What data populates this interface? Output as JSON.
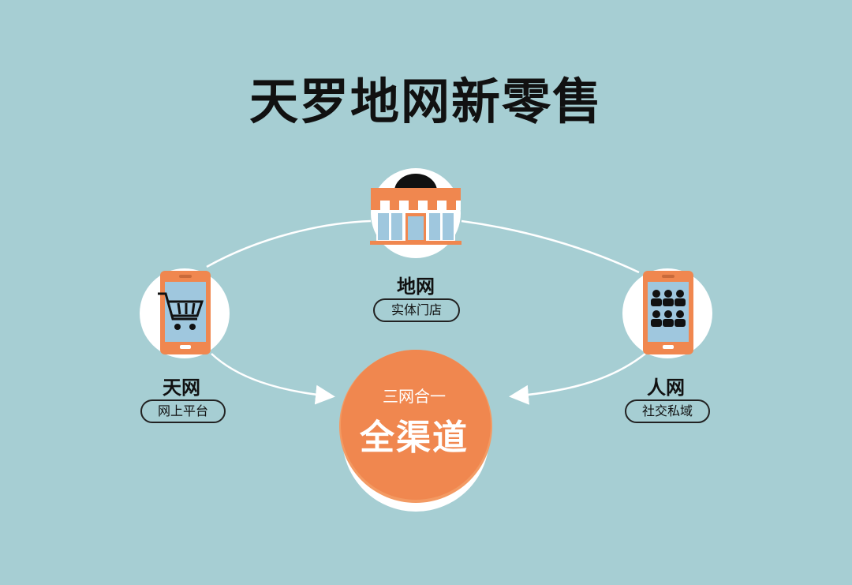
{
  "title": "天罗地网新零售",
  "nodes": {
    "left": {
      "name": "天网",
      "tag": "网上平台",
      "icon": "shopping-cart-phone-icon"
    },
    "top": {
      "name": "地网",
      "tag": "实体门店",
      "icon": "storefront-icon"
    },
    "right": {
      "name": "人网",
      "tag": "社交私域",
      "icon": "people-phone-icon"
    }
  },
  "center": {
    "subtitle": "三网合一",
    "label": "全渠道"
  },
  "colors": {
    "background": "#a6ced3",
    "accent": "#f0874f",
    "accent_light": "#f39a63",
    "screen": "#9fc7de",
    "white": "#ffffff"
  }
}
